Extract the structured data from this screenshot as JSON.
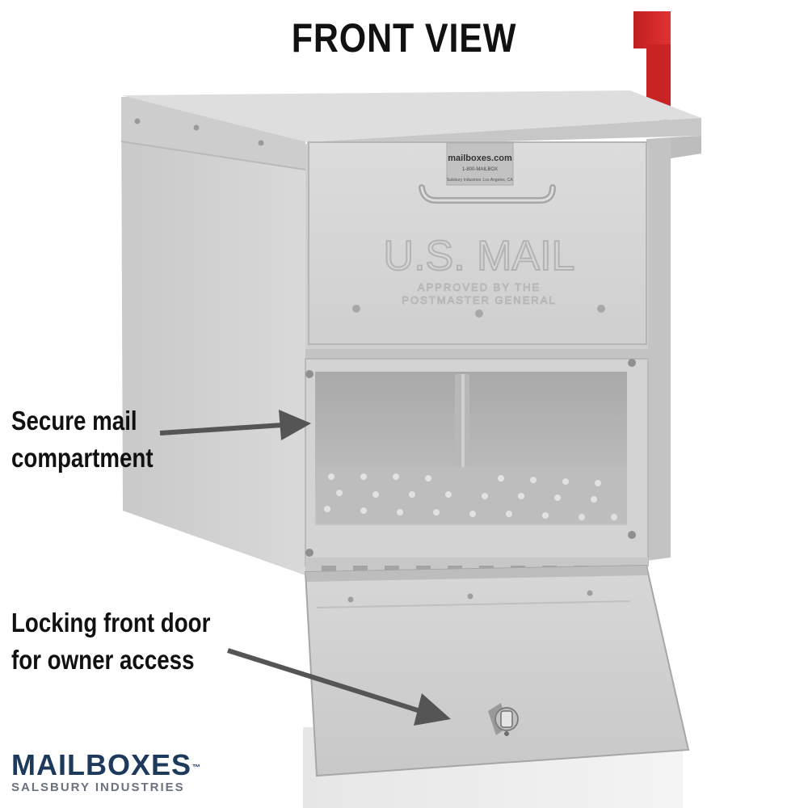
{
  "title": "FRONT VIEW",
  "callouts": {
    "compartment": [
      "Secure mail",
      "compartment"
    ],
    "door": [
      "Locking front door",
      "for owner access"
    ]
  },
  "product": {
    "lid_plate_text": "mailboxes.com",
    "lid_plate_phone": "1-800-MAILBOX",
    "lid_plate_maker": "Salsbury Industries",
    "lid_plate_city": "Los Angeles, CA",
    "embossed_main": "U.S. MAIL",
    "embossed_line1": "APPROVED BY THE",
    "embossed_line2": "POSTMASTER GENERAL"
  },
  "brand": {
    "name": "MAILBOXES",
    "trademark": "™",
    "tagline": "SALSBURY INDUSTRIES"
  },
  "colors": {
    "flag": "#d42a2a",
    "metal": "#d3d3d3",
    "brand_navy": "#1d3a5c"
  }
}
